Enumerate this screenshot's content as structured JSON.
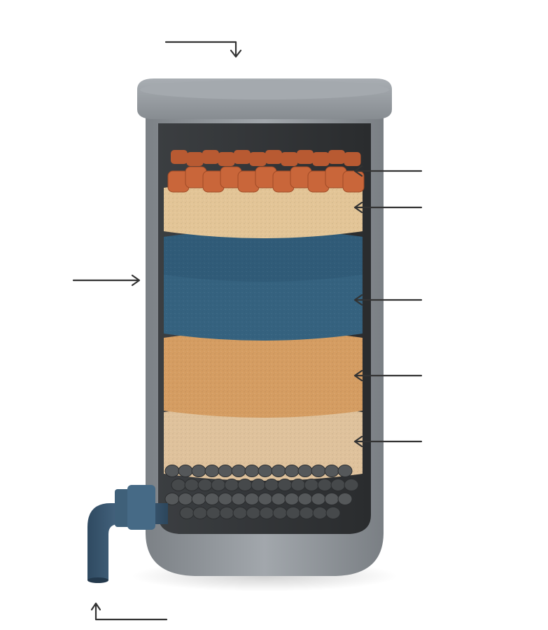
{
  "diagram": {
    "kind": "layered water filter cross-section",
    "labels_printed": false,
    "arrow_directions": {
      "inlet": "down",
      "housing": "right",
      "layers": "left",
      "outlet": "up"
    },
    "layers": [
      {
        "name": "clay-pebbles",
        "color": "#c9663a"
      },
      {
        "name": "fine-sand",
        "color": "#e3c597"
      },
      {
        "name": "blue-foam",
        "color": "#35627f"
      },
      {
        "name": "coarse-sand",
        "color": "#d59d62"
      },
      {
        "name": "light-sand",
        "color": "#dfc29c"
      },
      {
        "name": "gravel",
        "color": "#505355"
      }
    ],
    "colors": {
      "housing": "#8e9398",
      "lid": "#9ea3a8",
      "pipe": "#3a5872",
      "arrow": "#333333"
    }
  }
}
